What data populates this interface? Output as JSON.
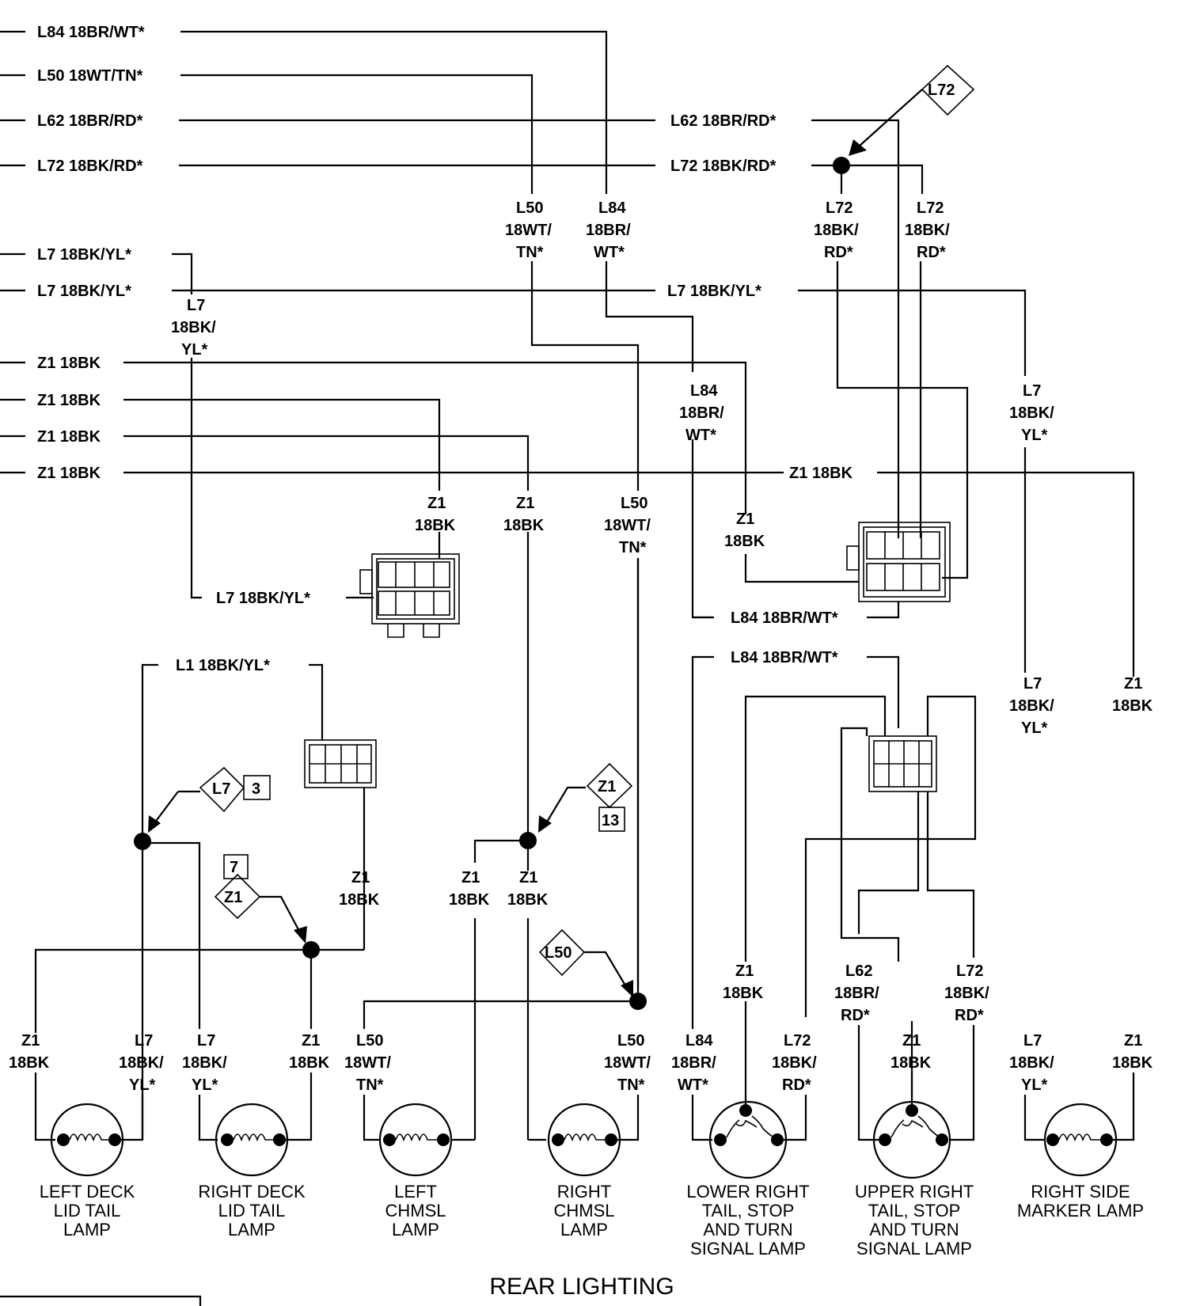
{
  "title": "REAR LIGHTING",
  "left_wires": [
    "L84 18BR/WT*",
    "L50 18WT/TN*",
    "L62 18BR/RD*",
    "L72 18BK/RD*",
    "L7 18BK/YL*",
    "L7 18BK/YL*",
    "Z1 18BK",
    "Z1 18BK",
    "Z1 18BK",
    "Z1 18BK"
  ],
  "mid_wires": {
    "l62": "L62 18BR/RD*",
    "l72": "L72 18BK/RD*",
    "l7": "L7 18BK/YL*",
    "z1": "Z1 18BK",
    "l7_conn": "L7 18BK/YL*",
    "l84_conn_a": "L84 18BR/WT*",
    "l84_conn_b": "L84 18BR/WT*",
    "l1": "L1 18BK/YL*"
  },
  "stacked": {
    "l50_a": [
      "L50",
      "18WT/",
      "TN*"
    ],
    "l84_a": [
      "L84",
      "18BR/",
      "WT*"
    ],
    "l72_a": [
      "L72",
      "18BK/",
      "RD*"
    ],
    "l72_b": [
      "L72",
      "18BK/",
      "RD*"
    ],
    "l7_a": [
      "L7",
      "18BK/",
      "YL*"
    ],
    "z1_a": [
      "Z1",
      "18BK"
    ],
    "z1_b": [
      "Z1",
      "18BK"
    ],
    "l50_b": [
      "L50",
      "18WT/",
      "TN*"
    ],
    "l84_b": [
      "L84",
      "18BR/",
      "WT*"
    ],
    "z1_c": [
      "Z1",
      "18BK"
    ],
    "l7_b": [
      "L7",
      "18BK/",
      "YL*"
    ],
    "l7_c": [
      "L7",
      "18BK/",
      "YL*"
    ],
    "z1_d": [
      "Z1",
      "18BK"
    ],
    "z1_e": [
      "Z1",
      "18BK"
    ],
    "z1_f": [
      "Z1",
      "18BK"
    ],
    "z1_g": [
      "Z1",
      "18BK"
    ],
    "z1_h": [
      "Z1",
      "18BK"
    ],
    "l62_c": [
      "L62",
      "18BR/",
      "RD*"
    ],
    "l72_c": [
      "L72",
      "18BK/",
      "RD*"
    ]
  },
  "bottom_wires": [
    [
      "Z1",
      "18BK"
    ],
    [
      "L7",
      "18BK/",
      "YL*"
    ],
    [
      "L7",
      "18BK/",
      "YL*"
    ],
    [
      "Z1",
      "18BK"
    ],
    [
      "L50",
      "18WT/",
      "TN*"
    ],
    [
      "L50",
      "18WT/",
      "TN*"
    ],
    [
      "L84",
      "18BR/",
      "WT*"
    ],
    [
      "L72",
      "18BK/",
      "RD*"
    ],
    [
      "Z1",
      "18BK"
    ],
    [
      "L7",
      "18BK/",
      "YL*"
    ],
    [
      "Z1",
      "18BK"
    ]
  ],
  "splice_refs": {
    "l72": "L72",
    "l7": "L7",
    "l7_num": "3",
    "z1_left": "Z1",
    "z1_left_num": "7",
    "z1_mid": "Z1",
    "z1_mid_num": "13",
    "l50": "L50"
  },
  "lamps": [
    [
      "LEFT DECK",
      "LID TAIL",
      "LAMP"
    ],
    [
      "RIGHT DECK",
      "LID TAIL",
      "LAMP"
    ],
    [
      "LEFT",
      "CHMSL",
      "LAMP"
    ],
    [
      "RIGHT",
      "CHMSL",
      "LAMP"
    ],
    [
      "LOWER RIGHT",
      "TAIL, STOP",
      "AND TURN",
      "SIGNAL LAMP"
    ],
    [
      "UPPER RIGHT",
      "TAIL, STOP",
      "AND TURN",
      "SIGNAL LAMP"
    ],
    [
      "RIGHT SIDE",
      "MARKER LAMP"
    ]
  ]
}
